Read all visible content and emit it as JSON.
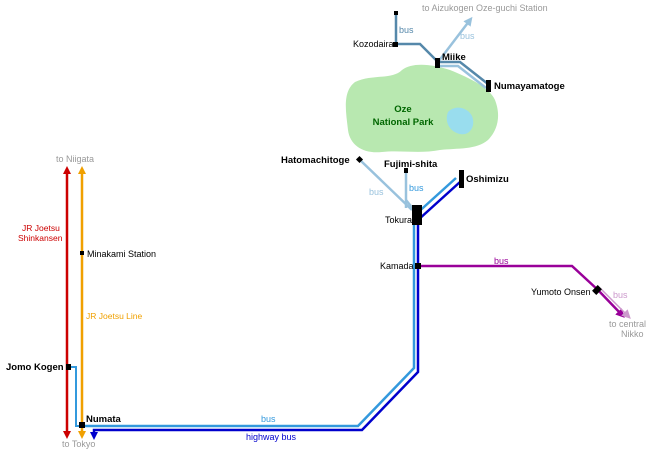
{
  "colors": {
    "shinkansen": "#cc0000",
    "joetsu_line": "#f0a000",
    "bus_light": "#3399dd",
    "bus_dark": "#0000cc",
    "local_bus": "#99c2dd",
    "teal": "#5588aa",
    "purple": "#990099",
    "park": "#b8e8b0",
    "lake": "#99ddee",
    "park_text": "#006600"
  },
  "destinations": {
    "niigata": "to Niigata",
    "tokyo": "to Tokyo",
    "aizukogen": "to Aizukogen Oze-guchi Station",
    "central_nikko_line1": "to central",
    "central_nikko_line2": "Nikko"
  },
  "lines": {
    "shinkansen_line1": "JR Joetsu",
    "shinkansen_line2": "Shinkansen",
    "joetsu_line": "JR Joetsu Line"
  },
  "stations": {
    "minakami": "Minakami Station",
    "jomo_kogen": "Jomo Kogen",
    "numata": "Numata",
    "tokura": "Tokura",
    "kamada": "Kamada",
    "yumoto_onsen": "Yumoto Onsen",
    "hatomachitoge": "Hatomachitoge",
    "fujimi_shita": "Fujimi-shita",
    "oshimizu": "Oshimizu",
    "kozodaira": "Kozodaira",
    "miike": "Miike",
    "numayamatoge": "Numayamatoge"
  },
  "park": {
    "name_line1": "Oze",
    "name_line2": "National Park"
  },
  "route_labels": {
    "bus": "bus",
    "highway_bus": "highway bus"
  }
}
